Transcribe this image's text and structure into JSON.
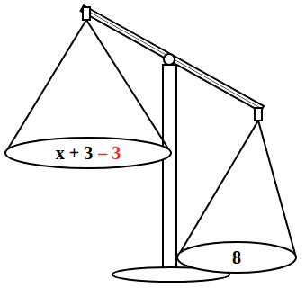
{
  "diagram": {
    "nodes": [
      {
        "text": [
          "x + 3",
          "– 3"
        ]
      },
      {
        "text": [
          "8"
        ]
      }
    ]
  }
}
